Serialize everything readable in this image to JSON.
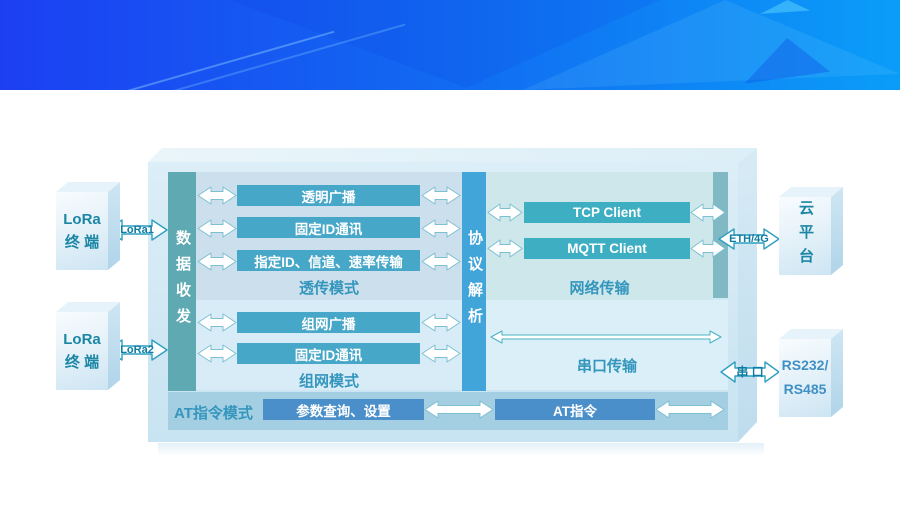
{
  "devices": {
    "lora_terminal_1": {
      "line1": "LoRa",
      "line2": "终 端"
    },
    "lora_terminal_2": {
      "line1": "LoRa",
      "line2": "终 端"
    },
    "cloud_platform": {
      "text": "云平台"
    },
    "rs_interface": {
      "line1": "RS232/",
      "line2": "RS485"
    }
  },
  "links": {
    "lora1_label": "LoRa1",
    "lora2_label": "LoRa2",
    "eth_4g_label": "ETH/4G",
    "serial_label": "串 口"
  },
  "gateway": {
    "data_txrx_bar": "数据收发",
    "protocol_parse_bar": "协议解析",
    "transparent_mode": {
      "title": "透传模式",
      "functions": [
        "透明广播",
        "固定ID通讯",
        "指定ID、信道、速率传输"
      ]
    },
    "network_mode": {
      "title": "组网模式",
      "functions": [
        "组网广播",
        "固定ID通讯"
      ]
    },
    "network_transport": {
      "title": "网络传输",
      "clients": [
        "TCP Client",
        "MQTT Client"
      ]
    },
    "serial_transport": {
      "title": "串口传输"
    },
    "at_mode": {
      "title": "AT指令模式",
      "boxes": [
        "参数查询、设置",
        "AT指令"
      ]
    }
  },
  "colors": {
    "banner-left": "#1c3ff2",
    "banner-right": "#0a9df8",
    "teal-bar": "#5ea9b2",
    "blue-bar": "#42a5da",
    "mode-box": "#47a7c8",
    "client-box": "#3eafc2",
    "cmd-box": "#4a8fc9",
    "panel-a": "#cbdfed",
    "panel-b": "#d7ecf7",
    "panel-net": "#cde7eb",
    "panel-serial": "#daeff7",
    "panel-at": "#a4cee1",
    "right-strip": "#80b8c4",
    "label-teal": "#3496bd",
    "device-text": "#1b86a5",
    "device-text-blue": "#4090c5",
    "arrow-outline": "#7cc0d2",
    "arrow-outline2": "#2f9fc0",
    "link-text": "#0f7ca3"
  }
}
